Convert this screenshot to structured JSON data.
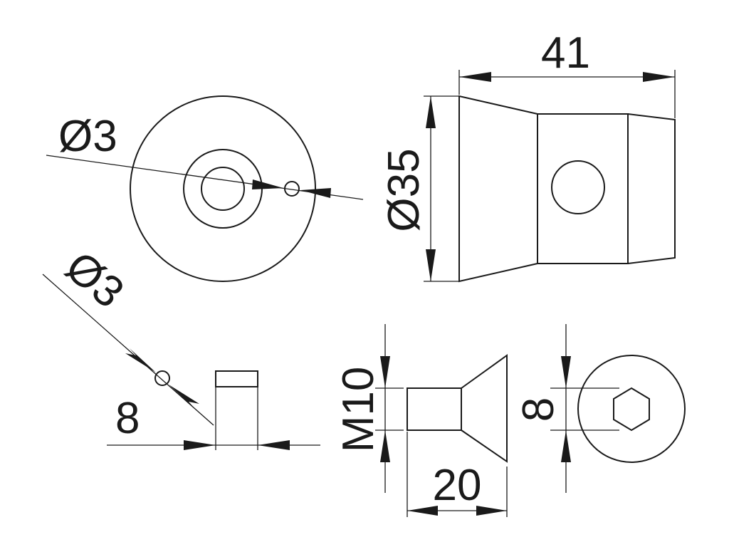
{
  "drawing": {
    "front_view": {
      "hole_diameter_label": "Ø3"
    },
    "side_view": {
      "length_label": "41",
      "diameter_label": "Ø35"
    },
    "pin_view": {
      "diameter_label": "Ø3",
      "length_label": "8"
    },
    "screw_view": {
      "thread_label": "M10",
      "length_label": "20"
    },
    "screw_head_view": {
      "hex_size_label": "8"
    },
    "colors": {
      "line": "#1a1a1a",
      "background": "#ffffff"
    }
  }
}
